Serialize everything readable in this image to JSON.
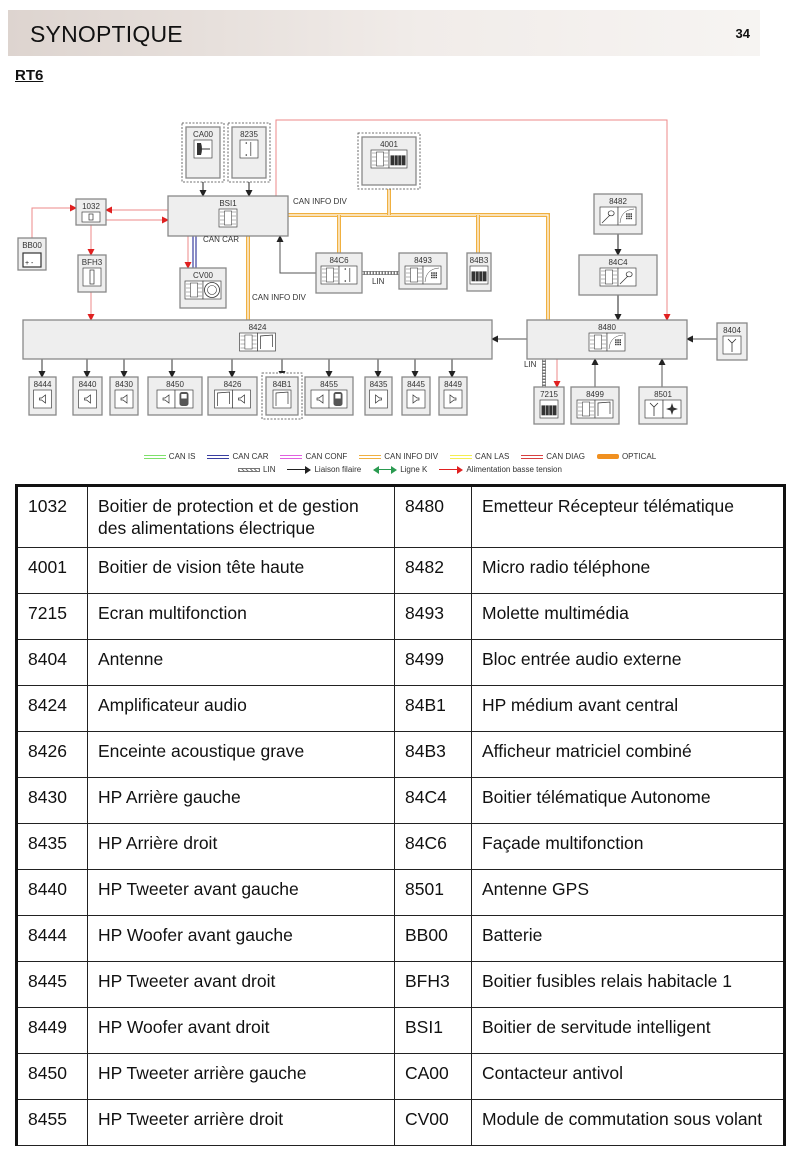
{
  "header": {
    "title": "SYNOPTIQUE",
    "page_number": "34"
  },
  "subtitle": "RT6",
  "diagram": {
    "colors": {
      "can_is": "#7ee06a",
      "can_car": "#3a3ea0",
      "can_conf": "#e060e0",
      "can_info_div": "#f0b040",
      "can_las": "#f4ee50",
      "can_diag": "#d84040",
      "optical": "#f09020",
      "lin": "#777777",
      "wire": "#222222",
      "ligne_k": "#2a9a50",
      "power": "#e02020",
      "node_fill": "#eeeeee",
      "node_stroke": "#888888"
    },
    "nodes": [
      {
        "id": "CA00",
        "label": "CA00",
        "icon": "key-icon",
        "dashed": true
      },
      {
        "id": "8235",
        "label": "8235",
        "icon": "switch-icon",
        "dashed": true
      },
      {
        "id": "4001",
        "label": "4001",
        "icon": "ecu-display-icon",
        "dashed": true
      },
      {
        "id": "1032",
        "label": "1032",
        "icon": "fuse-icon"
      },
      {
        "id": "BSI1",
        "label": "BSI1",
        "icon": "ecu-icon"
      },
      {
        "id": "BB00",
        "label": "BB00",
        "icon": "battery-icon"
      },
      {
        "id": "BFH3",
        "label": "BFH3",
        "icon": "fuse-icon"
      },
      {
        "id": "CV00",
        "label": "CV00",
        "icon": "ecu-steering-icon"
      },
      {
        "id": "84C6",
        "label": "84C6",
        "icon": "ecu-switch-icon"
      },
      {
        "id": "8493",
        "label": "8493",
        "icon": "ecu-keypad-icon"
      },
      {
        "id": "84B3",
        "label": "84B3",
        "icon": "display-icon"
      },
      {
        "id": "8482",
        "label": "8482",
        "icon": "mic-keypad-icon"
      },
      {
        "id": "84C4",
        "label": "84C4",
        "icon": "ecu-mic-icon"
      },
      {
        "id": "8424",
        "label": "8424",
        "icon": "ecu-note-icon"
      },
      {
        "id": "8480",
        "label": "8480",
        "icon": "ecu-keypad-icon"
      },
      {
        "id": "8404",
        "label": "8404",
        "icon": "antenna-icon"
      },
      {
        "id": "8444",
        "label": "8444",
        "icon": "speaker-icon"
      },
      {
        "id": "8440",
        "label": "8440",
        "icon": "speaker-icon"
      },
      {
        "id": "8430",
        "label": "8430",
        "icon": "speaker-icon"
      },
      {
        "id": "8450",
        "label": "8450",
        "icon": "speaker-car-icon"
      },
      {
        "id": "8426",
        "label": "8426",
        "icon": "note-speaker-icon"
      },
      {
        "id": "84B1",
        "label": "84B1",
        "icon": "note-icon",
        "dashed": true
      },
      {
        "id": "8455",
        "label": "8455",
        "icon": "speaker-car-icon"
      },
      {
        "id": "8435",
        "label": "8435",
        "icon": "speaker-right-icon"
      },
      {
        "id": "8445",
        "label": "8445",
        "icon": "speaker-right-icon"
      },
      {
        "id": "8449",
        "label": "8449",
        "icon": "speaker-right-icon"
      },
      {
        "id": "7215",
        "label": "7215",
        "icon": "display-icon"
      },
      {
        "id": "8499",
        "label": "8499",
        "icon": "ecu-note-icon"
      },
      {
        "id": "8501",
        "label": "8501",
        "icon": "antenna-gps-icon"
      }
    ],
    "bus_labels": [
      {
        "id": "can-info-div-top",
        "text": "CAN INFO DIV"
      },
      {
        "id": "can-car",
        "text": "CAN CAR"
      },
      {
        "id": "can-info-div-mid",
        "text": "CAN INFO DIV"
      },
      {
        "id": "lin-84c6",
        "text": "LIN"
      },
      {
        "id": "lin-7215",
        "text": "LIN"
      }
    ]
  },
  "legend": {
    "row1": [
      {
        "label": "CAN IS",
        "color": "#7ee06a",
        "style": "double"
      },
      {
        "label": "CAN CAR",
        "color": "#3a3ea0",
        "style": "double"
      },
      {
        "label": "CAN CONF",
        "color": "#e060e0",
        "style": "double"
      },
      {
        "label": "CAN INFO DIV",
        "color": "#f0b040",
        "style": "double"
      },
      {
        "label": "CAN LAS",
        "color": "#f4ee50",
        "style": "double"
      },
      {
        "label": "CAN DIAG",
        "color": "#d84040",
        "style": "double"
      },
      {
        "label": "OPTICAL",
        "color": "#f09020",
        "style": "solid"
      }
    ],
    "row2": [
      {
        "label": "LIN",
        "color": "#777777",
        "style": "lin"
      },
      {
        "label": "Liaison filaire",
        "color": "#222222",
        "style": "arrow"
      },
      {
        "label": "Ligne K",
        "color": "#2a9a50",
        "style": "double-arrow"
      },
      {
        "label": "Alimentation basse tension",
        "color": "#e02020",
        "style": "arrow"
      }
    ]
  },
  "table": {
    "rows": [
      [
        "1032",
        "Boitier de protection et de gestion des alimentations électrique",
        "8480",
        "Emetteur Récepteur télématique"
      ],
      [
        "4001",
        "Boitier de vision tête haute",
        "8482",
        "Micro radio téléphone"
      ],
      [
        "7215",
        "Ecran multifonction",
        "8493",
        "Molette multimédia"
      ],
      [
        "8404",
        "Antenne",
        "8499",
        "Bloc entrée audio externe"
      ],
      [
        "8424",
        "Amplificateur audio",
        "84B1",
        "HP médium avant central"
      ],
      [
        "8426",
        "Enceinte acoustique grave",
        "84B3",
        "Afficheur matriciel combiné"
      ],
      [
        "8430",
        "HP Arrière gauche",
        "84C4",
        "Boitier télématique Autonome"
      ],
      [
        "8435",
        "HP Arrière droit",
        "84C6",
        "Façade multifonction"
      ],
      [
        "8440",
        "HP Tweeter avant gauche",
        "8501",
        "Antenne GPS"
      ],
      [
        "8444",
        "HP Woofer avant gauche",
        "BB00",
        "Batterie"
      ],
      [
        "8445",
        "HP Tweeter avant droit",
        "BFH3",
        "Boitier fusibles relais habitacle 1"
      ],
      [
        "8449",
        "HP Woofer avant droit",
        "BSI1",
        "Boitier de servitude intelligent"
      ],
      [
        "8450",
        "HP Tweeter arrière gauche",
        "CA00",
        "Contacteur antivol"
      ],
      [
        "8455",
        "HP Tweeter arrière droit",
        "CV00",
        "Module de commutation sous volant"
      ]
    ]
  }
}
